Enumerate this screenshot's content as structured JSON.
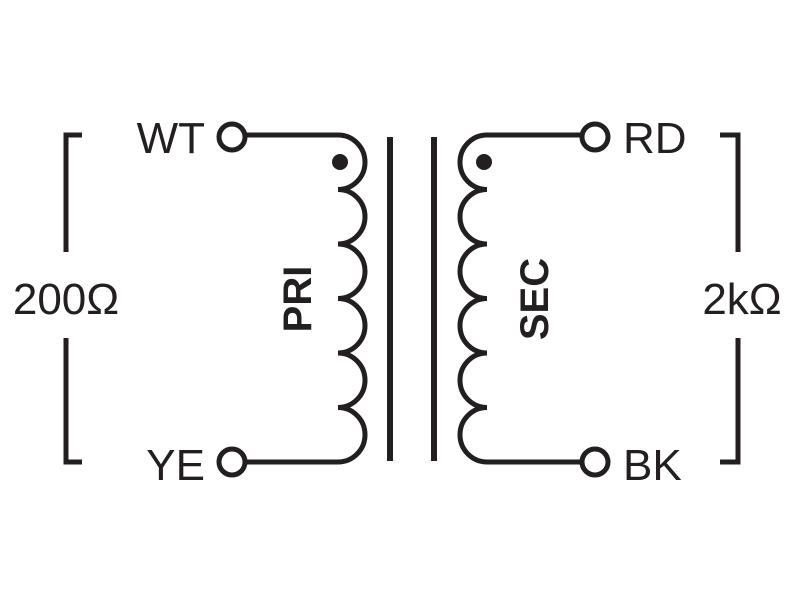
{
  "primary": {
    "label": "PRI",
    "top_lead": "WT",
    "bottom_lead": "YE",
    "impedance": "200Ω"
  },
  "secondary": {
    "label": "SEC",
    "top_lead": "RD",
    "bottom_lead": "BK",
    "impedance": "2kΩ"
  },
  "colors": {
    "ink": "#231f20",
    "background": "#ffffff"
  }
}
